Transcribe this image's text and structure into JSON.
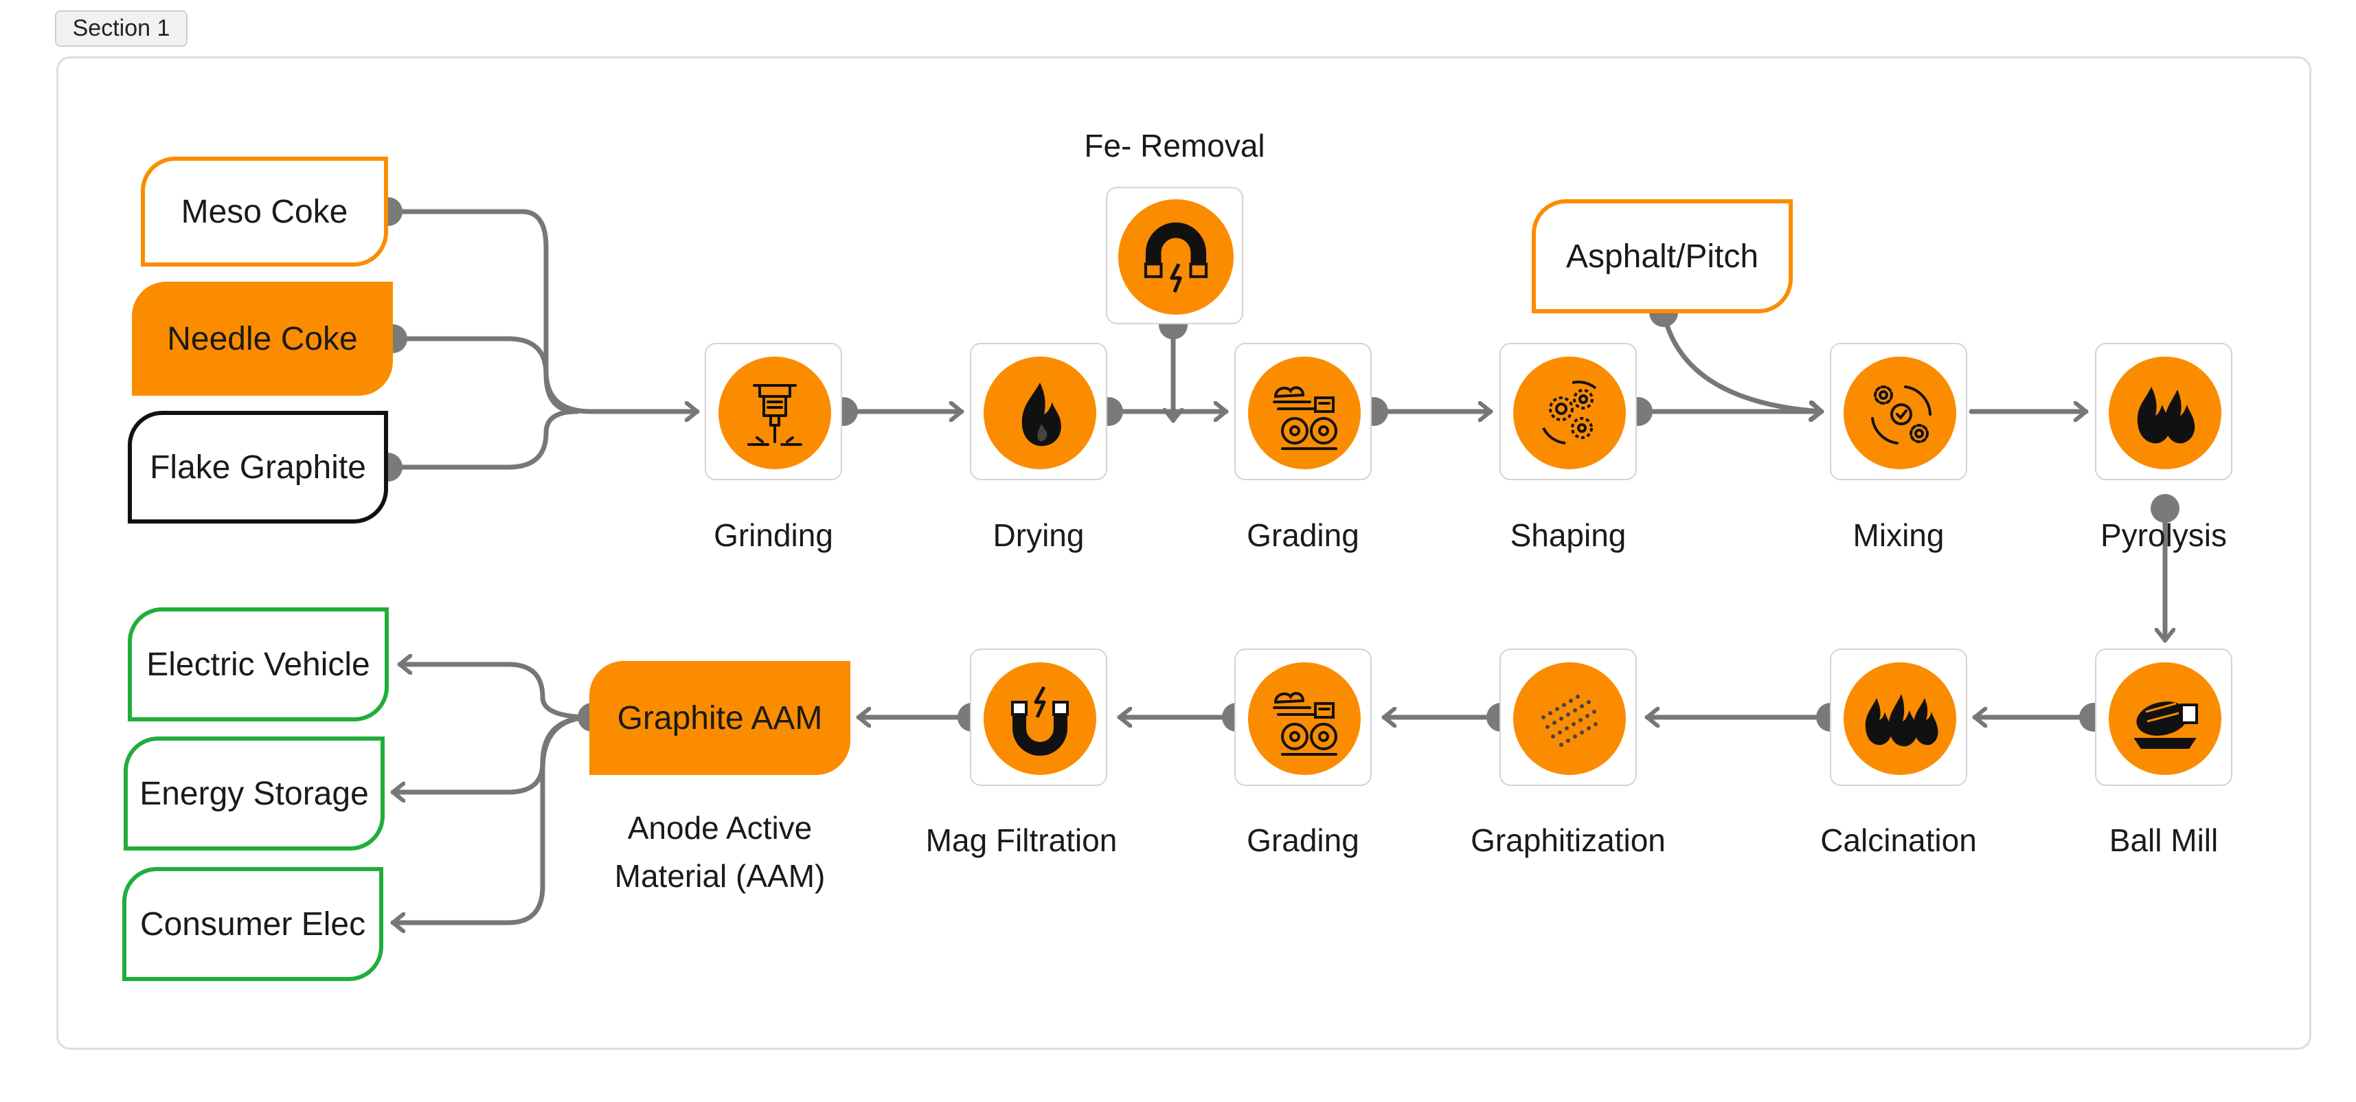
{
  "section_tab": "Section 1",
  "inputs": {
    "meso_coke": "Meso Coke",
    "needle_coke": "Needle Coke",
    "flake_graphite": "Flake Graphite",
    "asphalt_pitch": "Asphalt/Pitch"
  },
  "fe_removal_label": "Fe- Removal",
  "top_row": [
    "Grinding",
    "Drying",
    "Grading",
    "Shaping",
    "Mixing",
    "Pyrolysis"
  ],
  "bottom_row": [
    "Ball Mill",
    "Calcination",
    "Graphitization",
    "Grading",
    "Mag Filtration"
  ],
  "product": {
    "box_label": "Graphite AAM",
    "caption_line1": "Anode Active",
    "caption_line2": "Material (AAM)"
  },
  "outputs": [
    "Electric Vehicle",
    "Energy Storage",
    "Consumer Elec"
  ],
  "colors": {
    "accent_orange": "#fb8c00",
    "output_green": "#1fae3a",
    "wire_gray": "#777777",
    "input_black": "#111111"
  }
}
